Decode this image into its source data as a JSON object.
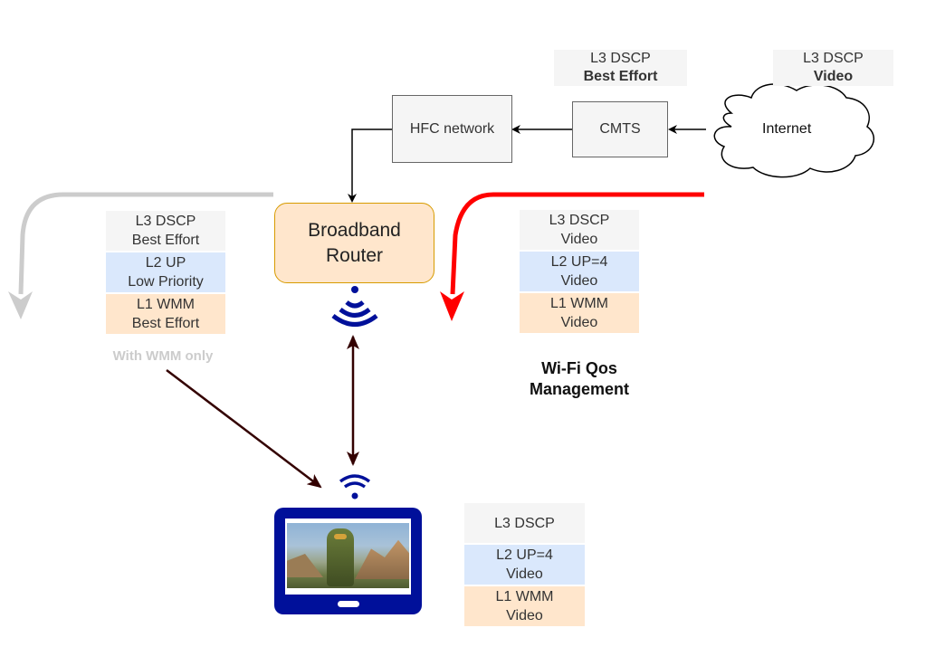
{
  "top_labels": [
    {
      "line1": "L3 DSCP",
      "line2": "Best Effort"
    },
    {
      "line1": "L3 DSCP",
      "line2": "Video"
    }
  ],
  "nodes": {
    "hfc": "HFC network",
    "cmts": "CMTS",
    "internet": "Internet",
    "router_line1": "Broadband",
    "router_line2": "Router"
  },
  "stacks": {
    "left": {
      "l3": [
        "L3 DSCP",
        "Best Effort"
      ],
      "l2": [
        "L2 UP",
        "Low Priority"
      ],
      "l1": [
        "L1 WMM",
        "Best Effort"
      ]
    },
    "right": {
      "l3": [
        "L3 DSCP",
        "Video"
      ],
      "l2": [
        "L2 UP=4",
        "Video"
      ],
      "l1": [
        "L1 WMM",
        "Video"
      ]
    },
    "device": {
      "l3": [
        "L3 DSCP"
      ],
      "l2": [
        "L2 UP=4",
        "Video"
      ],
      "l1": [
        "L1 WMM",
        "Video"
      ]
    }
  },
  "captions": {
    "wmm_only": "With WMM only",
    "qos_line1": "Wi-Fi Qos",
    "qos_line2": "Management"
  },
  "colors": {
    "l3_fill": "#f5f5f5",
    "l2_fill": "#dae8fc",
    "l1_fill": "#ffe6cc",
    "router_border": "#d79b00",
    "qos_path": "#ff0000",
    "wmm_path": "#cccccc",
    "wifi_icon": "#00109a",
    "link_arrow": "#330000"
  }
}
